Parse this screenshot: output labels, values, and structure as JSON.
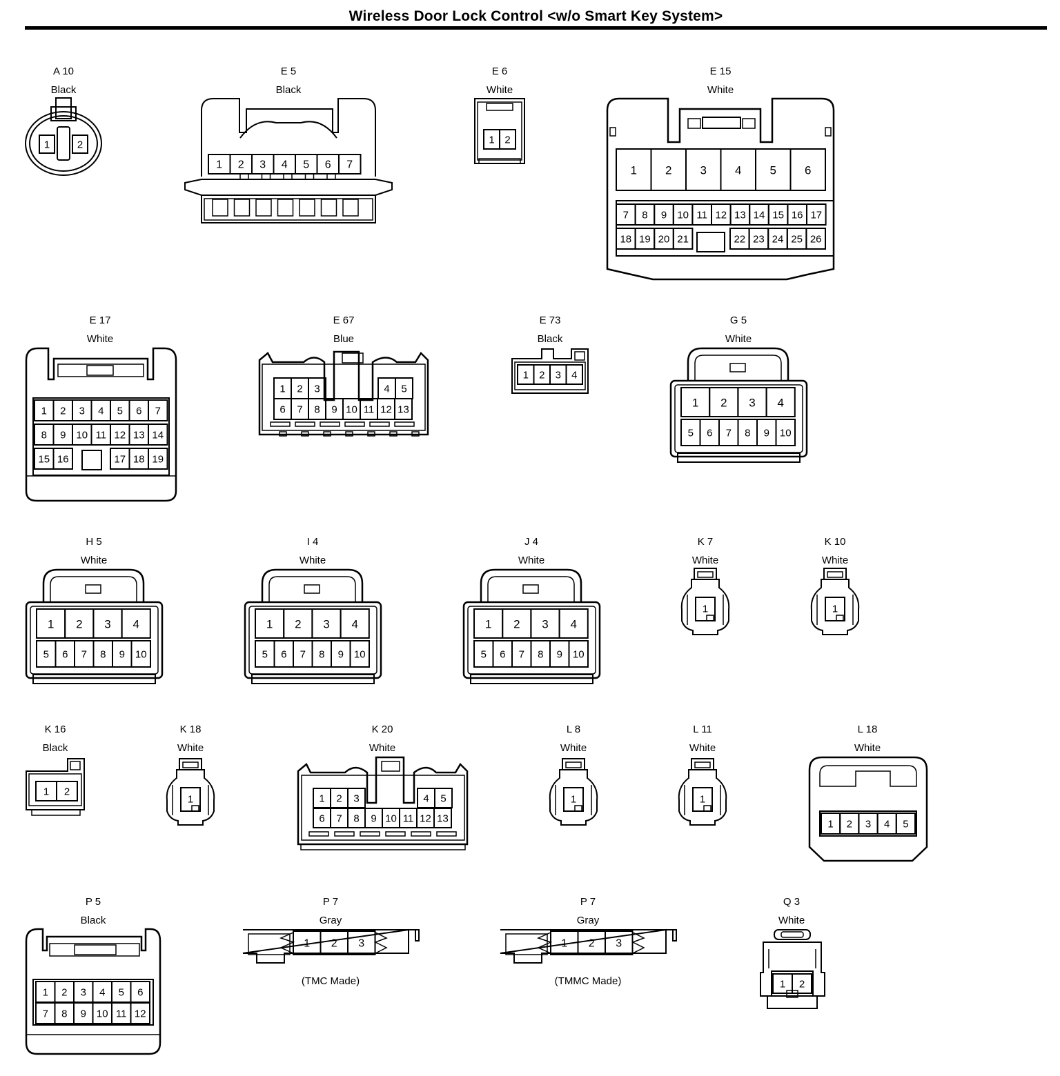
{
  "title": "Wireless Door Lock Control <w/o Smart Key System>",
  "connectors": [
    {
      "id": "A 10",
      "color": "Black",
      "pins": [
        "1",
        "2"
      ]
    },
    {
      "id": "E 5",
      "color": "Black",
      "pins": [
        "1",
        "2",
        "3",
        "4",
        "5",
        "6",
        "7"
      ]
    },
    {
      "id": "E 6",
      "color": "White",
      "pins": [
        "1",
        "2"
      ]
    },
    {
      "id": "E 15",
      "color": "White",
      "pins": [
        "1",
        "2",
        "3",
        "4",
        "5",
        "6",
        "7",
        "8",
        "9",
        "10",
        "11",
        "12",
        "13",
        "14",
        "15",
        "16",
        "17",
        "18",
        "19",
        "20",
        "21",
        "22",
        "23",
        "24",
        "25",
        "26"
      ]
    },
    {
      "id": "E 17",
      "color": "White",
      "pins": [
        "1",
        "2",
        "3",
        "4",
        "5",
        "6",
        "7",
        "8",
        "9",
        "10",
        "11",
        "12",
        "13",
        "14",
        "15",
        "16",
        "17",
        "18",
        "19"
      ]
    },
    {
      "id": "E 67",
      "color": "Blue",
      "pins": [
        "1",
        "2",
        "3",
        "4",
        "5",
        "6",
        "7",
        "8",
        "9",
        "10",
        "11",
        "12",
        "13"
      ]
    },
    {
      "id": "E 73",
      "color": "Black",
      "pins": [
        "1",
        "2",
        "3",
        "4"
      ]
    },
    {
      "id": "G 5",
      "color": "White",
      "pins": [
        "1",
        "2",
        "3",
        "4",
        "5",
        "6",
        "7",
        "8",
        "9",
        "10"
      ]
    },
    {
      "id": "H 5",
      "color": "White",
      "pins": [
        "1",
        "2",
        "3",
        "4",
        "5",
        "6",
        "7",
        "8",
        "9",
        "10"
      ]
    },
    {
      "id": "I 4",
      "color": "White",
      "pins": [
        "1",
        "2",
        "3",
        "4",
        "5",
        "6",
        "7",
        "8",
        "9",
        "10"
      ]
    },
    {
      "id": "J 4",
      "color": "White",
      "pins": [
        "1",
        "2",
        "3",
        "4",
        "5",
        "6",
        "7",
        "8",
        "9",
        "10"
      ]
    },
    {
      "id": "K 7",
      "color": "White",
      "pins": [
        "1"
      ]
    },
    {
      "id": "K 10",
      "color": "White",
      "pins": [
        "1"
      ]
    },
    {
      "id": "K 16",
      "color": "Black",
      "pins": [
        "1",
        "2"
      ]
    },
    {
      "id": "K 18",
      "color": "White",
      "pins": [
        "1"
      ]
    },
    {
      "id": "K 20",
      "color": "White",
      "pins": [
        "1",
        "2",
        "3",
        "4",
        "5",
        "6",
        "7",
        "8",
        "9",
        "10",
        "11",
        "12",
        "13"
      ]
    },
    {
      "id": "L 8",
      "color": "White",
      "pins": [
        "1"
      ]
    },
    {
      "id": "L 11",
      "color": "White",
      "pins": [
        "1"
      ]
    },
    {
      "id": "L 18",
      "color": "White",
      "pins": [
        "1",
        "2",
        "3",
        "4",
        "5"
      ]
    },
    {
      "id": "P 5",
      "color": "Black",
      "pins": [
        "1",
        "2",
        "3",
        "4",
        "5",
        "6",
        "7",
        "8",
        "9",
        "10",
        "11",
        "12"
      ]
    },
    {
      "id": "P 7",
      "color": "Gray",
      "pins": [
        "1",
        "2",
        "3"
      ],
      "note": "(TMC Made)"
    },
    {
      "id": "P 7",
      "color": "Gray",
      "pins": [
        "1",
        "2",
        "3"
      ],
      "note": "(TMMC Made)"
    },
    {
      "id": "Q 3",
      "color": "White",
      "pins": [
        "1",
        "2"
      ]
    }
  ]
}
